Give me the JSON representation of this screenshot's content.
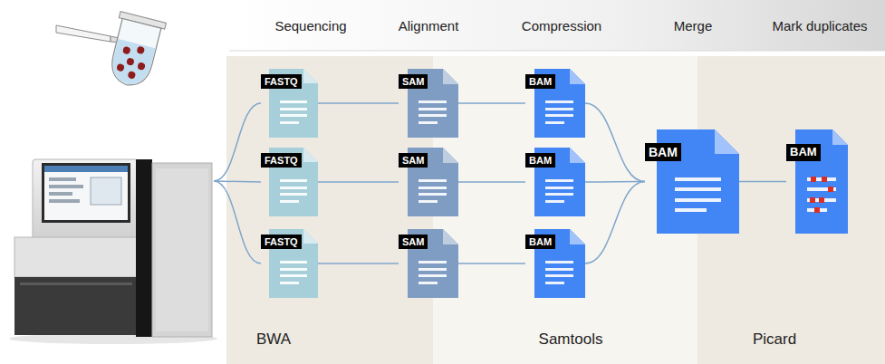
{
  "diagram": {
    "nodes": [
      {
        "text": [
          "FASTQ"
        ]
      },
      {
        "text": [
          "FASTQ"
        ]
      },
      {
        "text": [
          "FASTQ"
        ]
      },
      {
        "text": [
          "SAM"
        ]
      },
      {
        "text": [
          "SAM"
        ]
      },
      {
        "text": [
          "SAM"
        ]
      },
      {
        "text": [
          "BAM"
        ]
      },
      {
        "text": [
          "BAM"
        ]
      },
      {
        "text": [
          "BAM"
        ]
      },
      {
        "text": [
          "BAM"
        ]
      },
      {
        "text": [
          "BAM"
        ]
      }
    ],
    "edges": [
      {
        "from": 0,
        "to": 3,
        "arrow": "none"
      },
      {
        "from": 1,
        "to": 4,
        "arrow": "none"
      },
      {
        "from": 2,
        "to": 5,
        "arrow": "none"
      },
      {
        "from": 3,
        "to": 6,
        "arrow": "none"
      },
      {
        "from": 4,
        "to": 7,
        "arrow": "none"
      },
      {
        "from": 5,
        "to": 8,
        "arrow": "none"
      },
      {
        "from": 6,
        "to": 9,
        "arrow": "none"
      },
      {
        "from": 7,
        "to": 9,
        "arrow": "none"
      },
      {
        "from": 8,
        "to": 9,
        "arrow": "none"
      },
      {
        "from": 9,
        "to": 10,
        "arrow": "none"
      }
    ],
    "labels": [
      "Sequencing",
      "Alignment",
      "Compression",
      "Merge",
      "Mark duplicates",
      "BWA",
      "Samtools",
      "Picard"
    ]
  }
}
